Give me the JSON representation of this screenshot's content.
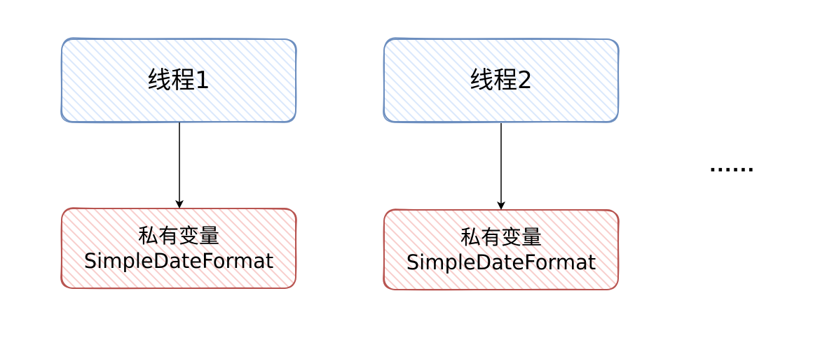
{
  "threads": [
    {
      "label": "线程1",
      "variable": {
        "line1": "私有变量",
        "line2": "SimpleDateFormat"
      }
    },
    {
      "label": "线程2",
      "variable": {
        "line1": "私有变量",
        "line2": "SimpleDateFormat"
      }
    }
  ],
  "ellipsis": "......",
  "colors": {
    "thread_stroke": "#6c8ebf",
    "thread_fill": "#dae8fc",
    "variable_stroke": "#b85450",
    "variable_fill": "#f8cecc",
    "arrow": "#000000"
  }
}
